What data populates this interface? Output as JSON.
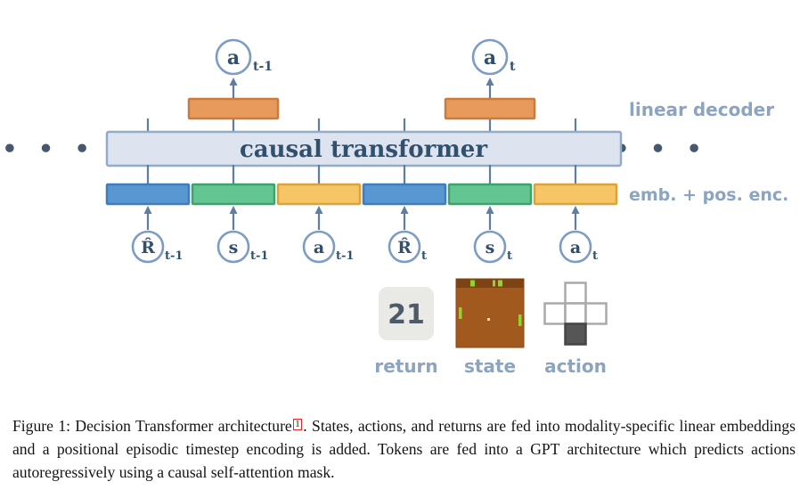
{
  "figure": {
    "causal_transformer": "causal transformer",
    "linear_decoder": "linear decoder",
    "emb_pos_enc": "emb. + pos. enc.",
    "ellipsis": "• • •",
    "outputs": [
      {
        "symbol": "a",
        "subscript": "t-1"
      },
      {
        "symbol": "a",
        "subscript": "t"
      }
    ],
    "inputs": [
      {
        "symbol": "R̂",
        "subscript": "t-1"
      },
      {
        "symbol": "s",
        "subscript": "t-1"
      },
      {
        "symbol": "a",
        "subscript": "t-1"
      },
      {
        "symbol": "R̂",
        "subscript": "t"
      },
      {
        "symbol": "s",
        "subscript": "t"
      },
      {
        "symbol": "a",
        "subscript": "t"
      }
    ],
    "examples": {
      "return_value": "21",
      "return_label": "return",
      "state_label": "state",
      "action_label": "action"
    },
    "colors": {
      "return_token": "#5897d2",
      "state_token": "#63c591",
      "action_token": "#f5c566",
      "decoder": "#e8995c",
      "transformer_bar": "#dde4ef",
      "accent_label": "#8aa4c2",
      "arrow": "#5d7da1"
    }
  },
  "caption": {
    "prefix": "Figure 1:  Decision Transformer architecture",
    "footnote_marker": "1",
    "body": ". States, actions, and returns are fed into modality-specific linear embeddings and a positional episodic timestep encoding is added. Tokens are fed into a GPT architecture which predicts actions autoregressively using a causal self-attention mask."
  }
}
